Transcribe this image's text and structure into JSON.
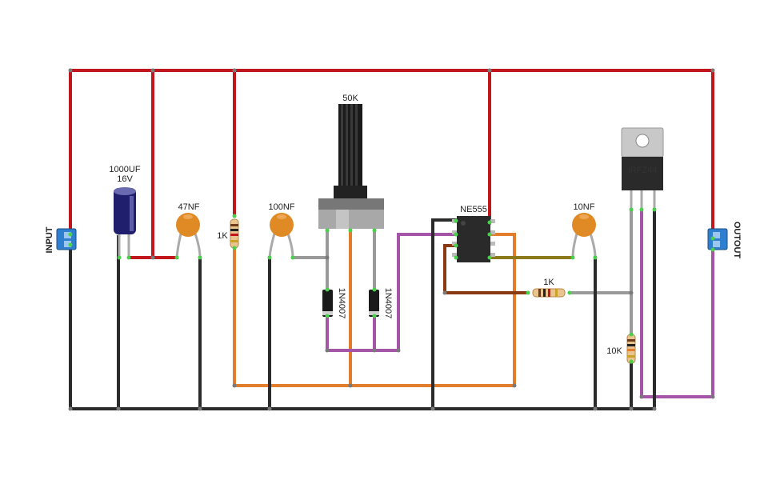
{
  "labels": {
    "input": "INPUT",
    "output": "OUTOUT",
    "cap_1000uf_value": "1000UF",
    "cap_1000uf_voltage": "16V",
    "cap_47nf": "47NF",
    "res_1k_left": "1K",
    "cap_100nf": "100NF",
    "pot_50k": "50K",
    "diode_1": "1N4007",
    "diode_2": "1N4007",
    "ic_ne555": "NE555",
    "cap_10nf": "10NF",
    "res_1k_mid": "1K",
    "mosfet": "IRFZ44",
    "res_10k": "10K"
  },
  "colors": {
    "power_wire": "#c0161c",
    "ground_wire": "#2b2b2b",
    "orange_wire": "#e27d2c",
    "purple_wire": "#a455a8",
    "gray_wire": "#9a9a9a",
    "brown_wire": "#8a3a12",
    "olive_wire": "#8c7a1a",
    "ceramic_cap": "#e08a25",
    "electrolytic_cap": "#1f1f6e",
    "terminal_block": "#2f7fd0",
    "joint_dot": "#4bd04b"
  }
}
